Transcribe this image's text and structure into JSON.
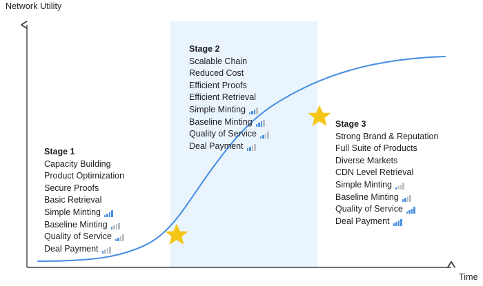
{
  "chart_data": {
    "type": "line",
    "title": "",
    "xlabel": "Time",
    "ylabel": "Network Utility",
    "grid": false,
    "legend": "none",
    "curve_description": "S-curve (logistic) growth of network utility over time",
    "series": [
      {
        "name": "Network Utility",
        "color": "#4a90e2",
        "x": [
          0,
          10,
          20,
          30,
          40,
          50,
          60,
          70,
          80,
          90,
          100
        ],
        "y": [
          3,
          5,
          9,
          17,
          31,
          50,
          68,
          81,
          89,
          94,
          96
        ]
      }
    ],
    "milestones": [
      {
        "label": "Stage 1 → Stage 2 transition",
        "x": 29,
        "y": 18,
        "marker": "star",
        "marker_color": "#F5C518"
      },
      {
        "label": "Stage 2 → Stage 3 transition",
        "x": 71,
        "y": 73,
        "marker": "star",
        "marker_color": "#F5C518"
      }
    ],
    "highlight_band": {
      "label": "Stage 2 region",
      "x_start": 29,
      "x_end": 71,
      "fill": "#eaf4fd"
    }
  },
  "axes": {
    "y_label": "Network Utility",
    "x_label": "Time",
    "axis_color": "#3c4043"
  },
  "colors": {
    "curve": "#4a90e2",
    "band": "#eaf4fd",
    "star": "#F5C518",
    "signal_on": "#4a90e2",
    "signal_off": "#bdc1c6",
    "text": "#202124"
  },
  "stages": [
    {
      "id": "stage-1",
      "title": "Stage 1",
      "items": [
        {
          "text": "Capacity Building",
          "signal": null
        },
        {
          "text": "Product Optimization",
          "signal": null
        },
        {
          "text": "Secure Proofs",
          "signal": null
        },
        {
          "text": "Basic Retrieval",
          "signal": null
        },
        {
          "text": "Simple Minting",
          "signal": 4
        },
        {
          "text": "Baseline Minting",
          "signal": 1
        },
        {
          "text": "Quality of Service",
          "signal": 2
        },
        {
          "text": "Deal Payment",
          "signal": 1
        }
      ]
    },
    {
      "id": "stage-2",
      "title": "Stage 2",
      "items": [
        {
          "text": "Scalable Chain",
          "signal": null
        },
        {
          "text": "Reduced Cost",
          "signal": null
        },
        {
          "text": "Efficient Proofs",
          "signal": null
        },
        {
          "text": "Efficient Retrieval",
          "signal": null
        },
        {
          "text": "Simple Minting",
          "signal": 3
        },
        {
          "text": "Baseline Minting",
          "signal": 3
        },
        {
          "text": "Quality of Service",
          "signal": 2
        },
        {
          "text": "Deal Payment",
          "signal": 2
        }
      ]
    },
    {
      "id": "stage-3",
      "title": "Stage 3",
      "items": [
        {
          "text": "Strong Brand & Reputation",
          "signal": null
        },
        {
          "text": "Full Suite of Products",
          "signal": null
        },
        {
          "text": "Diverse Markets",
          "signal": null
        },
        {
          "text": "CDN Level Retrieval",
          "signal": null
        },
        {
          "text": "Simple Minting",
          "signal": 1
        },
        {
          "text": "Baseline Minting",
          "signal": 2
        },
        {
          "text": "Quality of Service",
          "signal": 4
        },
        {
          "text": "Deal Payment",
          "signal": 4
        }
      ]
    }
  ]
}
